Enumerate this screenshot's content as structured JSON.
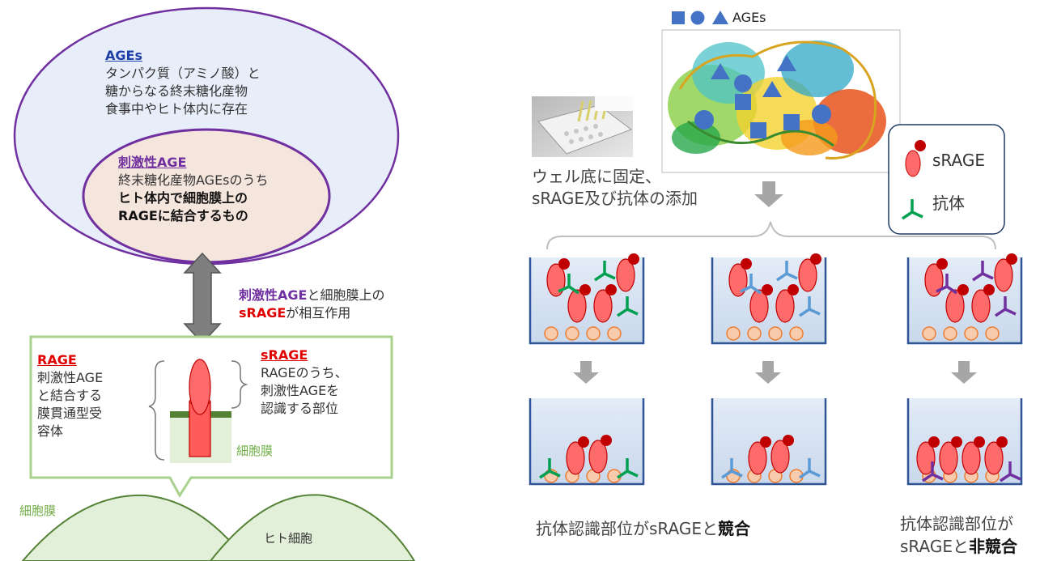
{
  "left": {
    "ages": {
      "title": "AGEs",
      "line1": "タンパク質（アミノ酸）と",
      "line2": "糖からなる終末糖化産物",
      "line3": "食事中やヒト体内に存在"
    },
    "stim_age": {
      "title": "刺激性AGE",
      "line1": "終末糖化産物AGEsのうち",
      "line2": "ヒト体内で細胞膜上の",
      "line3": "RAGEに結合するもの"
    },
    "interaction": {
      "part1": "刺激性AGE",
      "part2": "と細胞膜上の",
      "part3": "sRAGE",
      "part4": "が相互作用"
    },
    "rage": {
      "title": "RAGE",
      "line1": "刺激性AGE",
      "line2": "と結合する",
      "line3": "膜貫通型受",
      "line4": "容体"
    },
    "srage": {
      "title": "sRAGE",
      "line1": "RAGEのうち、",
      "line2": "刺激性AGEを",
      "line3": "認識する部位"
    },
    "membrane_label": "細胞膜",
    "cell_membrane_label": "細胞膜",
    "cell_label": "ヒト細胞"
  },
  "right": {
    "ages_legend": "AGEs",
    "step_line1": "ウェル底に固定、",
    "step_line2": "sRAGE及び抗体の添加",
    "legend": {
      "srage": "sRAGE",
      "antibody": "抗体"
    },
    "result_competitive_prefix": "抗体認識部位がsRAGEと",
    "result_competitive_bold": "競合",
    "result_noncompetitive_line1": "抗体認識部位が",
    "result_noncompetitive_prefix": "sRAGEと",
    "result_noncompetitive_bold": "非競合"
  },
  "colors": {
    "ages_blue": "#1f3fa8",
    "stim_purple": "#7030a0",
    "rage_red": "#e00000",
    "membrane_green": "#548235",
    "antibody_green": "#00a050",
    "antibody_blue": "#5b9bd5",
    "antibody_purple": "#7030a0"
  }
}
